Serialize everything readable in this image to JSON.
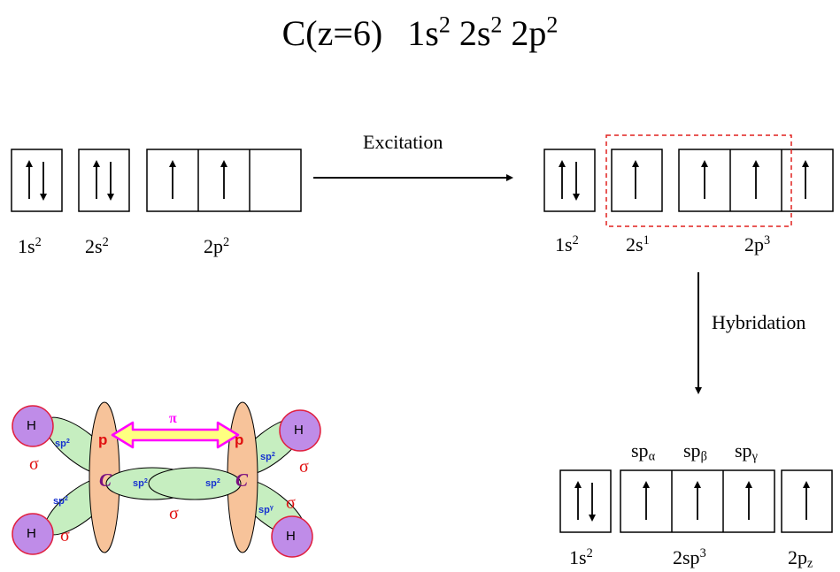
{
  "title": {
    "element": "C(z=6)",
    "c1": "1s",
    "e1": "2",
    "c2": "2s",
    "e2": "2",
    "c3": "2p",
    "e3": "2"
  },
  "ground": {
    "l1": {
      "base": "1s",
      "sup": "2"
    },
    "l2": {
      "base": "2s",
      "sup": "2"
    },
    "l3": {
      "base": "2p",
      "sup": "2"
    }
  },
  "excited": {
    "l1": {
      "base": "1s",
      "sup": "2"
    },
    "l2": {
      "base": "2s",
      "sup": "1"
    },
    "l3": {
      "base": "2p",
      "sup": "3"
    }
  },
  "hybrid": {
    "l1": {
      "base": "1s",
      "sup": "2"
    },
    "l2": {
      "base": "2sp",
      "sup": "3"
    },
    "l3": {
      "base": "2p",
      "sub": "z"
    },
    "h1": {
      "base": "sp",
      "sub": "α"
    },
    "h2": {
      "base": "sp",
      "sub": "β"
    },
    "h3": {
      "base": "sp",
      "sub": "γ"
    }
  },
  "arrows": {
    "excitation": "Excitation",
    "hybridation": "Hybridation"
  },
  "molecule": {
    "h": "H",
    "p": "p",
    "c": "C",
    "pi": "π",
    "sigma": "σ",
    "sp2": "sp",
    "sp2_sup": "2",
    "sp_gamma_sup": "γ"
  },
  "colors": {
    "highlight_box": "#e0201e",
    "lobe_p": "#f7c39a",
    "lobe_sp": "#c6eec0",
    "hydrogen": "#bf8ce8",
    "hydrogen_border": "#e02040",
    "pi_arrow": "#ff00ff",
    "pi_fill": "#ffff80",
    "sigma": "#e01010",
    "sp_label": "#1530d0",
    "carbon": "#7a1080"
  }
}
